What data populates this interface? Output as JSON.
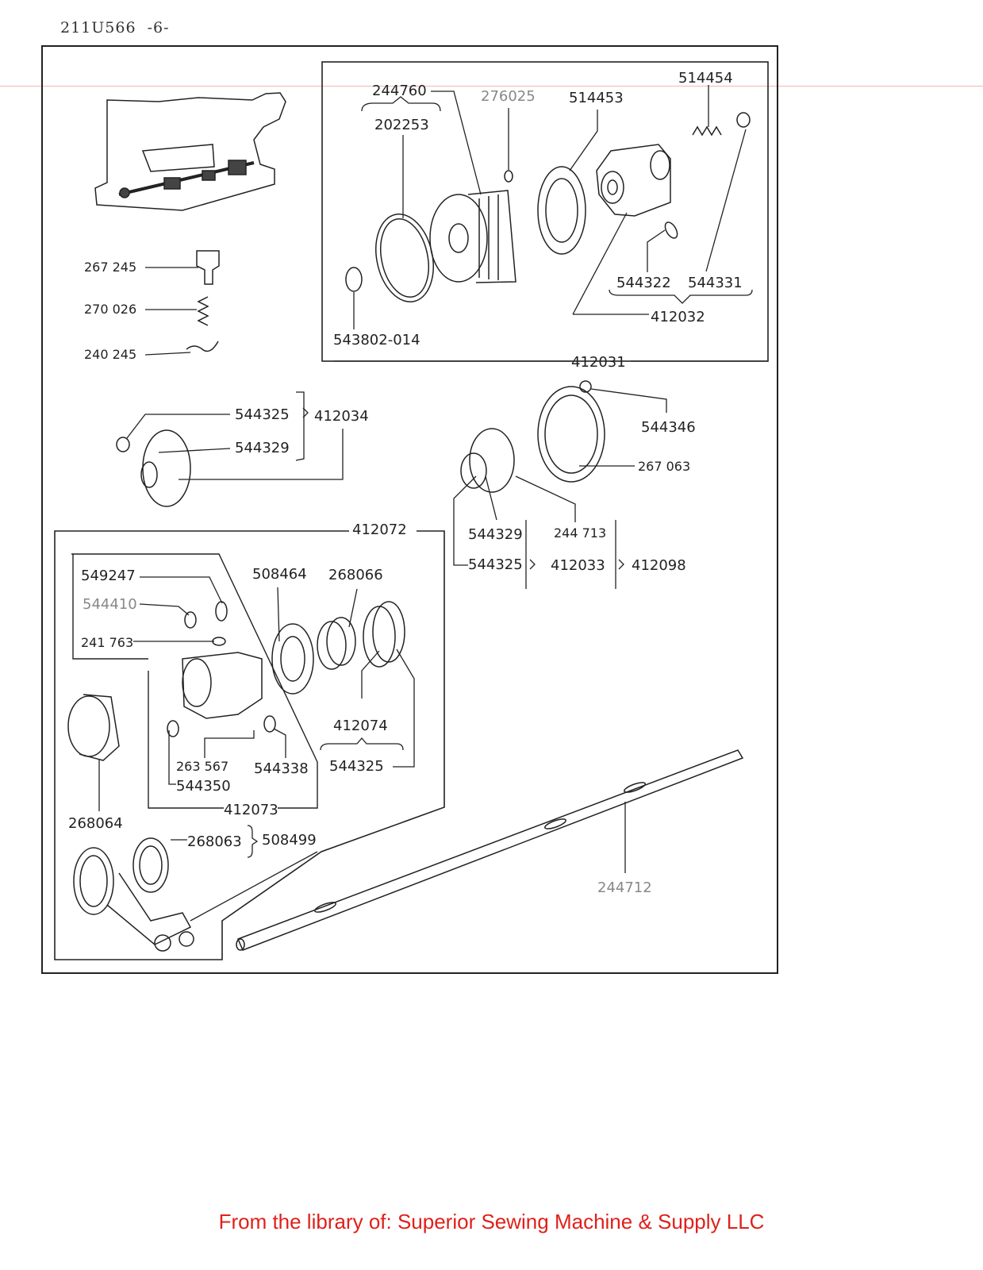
{
  "header": {
    "doc_id": "211U566",
    "page": "-6-"
  },
  "footer": {
    "credit": "From the library of: Superior Sewing Machine & Supply LLC"
  },
  "parts": {
    "p244760": "244760",
    "p202253": "202253",
    "p276025": "276025",
    "p514453": "514453",
    "p514454": "514454",
    "p544322": "544322",
    "p544331": "544331",
    "p412032": "412032",
    "p543802": "543802-014",
    "p412031": "412031",
    "p267245": "267 245",
    "p270026": "270 026",
    "p240245": "240 245",
    "p544325a": "544325",
    "p544329a": "544329",
    "p412034": "412034",
    "p544346": "544346",
    "p267063": "267 063",
    "p412072": "412072",
    "p544329b": "544329",
    "p544325b": "544325",
    "p244713": "244 713",
    "p412033": "412033",
    "p412098": "412098",
    "p549247": "549247",
    "p544410": "544410",
    "p241763": "241 763",
    "p508464": "508464",
    "p268066": "268066",
    "p412074": "412074",
    "p263567": "263 567",
    "p544350": "544350",
    "p544338": "544338",
    "p544325c": "544325",
    "p412073": "412073",
    "p268064": "268064",
    "p268063": "268063",
    "p508499": "508499",
    "p244712": "244712"
  }
}
